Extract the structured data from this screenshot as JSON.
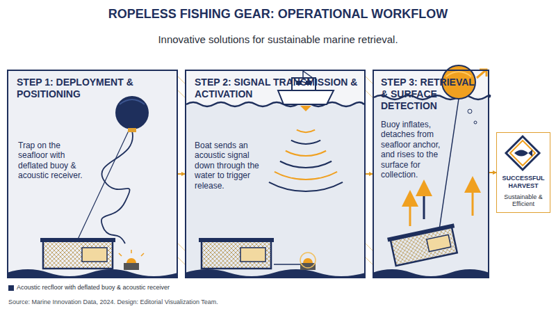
{
  "diagram": {
    "title": "ROPELESS FISHING GEAR: OPERATIONAL WORKFLOW",
    "caption": "Source: Marine Innovation Data, 2024. Design: Editorial Visualization Team.",
    "nodes": [
      {
        "text": [
          "STEP 1: DEPLOYMENT & POSITIONING",
          "Trap on the seafloor with deflated buoy & acoustic receiver."
        ]
      },
      {
        "text": [
          "STEP 2: SIGNAL TRANSMISSION & ACTIVATION",
          "Boat sends an acoustic signal down through the water to trigger release."
        ]
      },
      {
        "text": [
          "STEP 3: RETRIEVAL & SURFACE DETECTION",
          "Buoy inflates, detaches from seafloor anchor, and rises to the surface for collection."
        ]
      },
      {
        "text": [
          "SUCCESSFUL HARVEST",
          "Sustainable & Efficient"
        ]
      }
    ],
    "edges": [
      {
        "from": 0,
        "to": 1,
        "arrow": "to"
      },
      {
        "from": 1,
        "to": 2,
        "arrow": "to"
      },
      {
        "from": 2,
        "to": 3,
        "arrow": "to"
      }
    ],
    "labels": [
      "Innovative solutions for sustainable marine retrieval."
    ],
    "legend": [
      {
        "text": "Acoustic recfloor with deflated buoy & acoustic receiver",
        "color": "#1e2f5c"
      }
    ]
  }
}
